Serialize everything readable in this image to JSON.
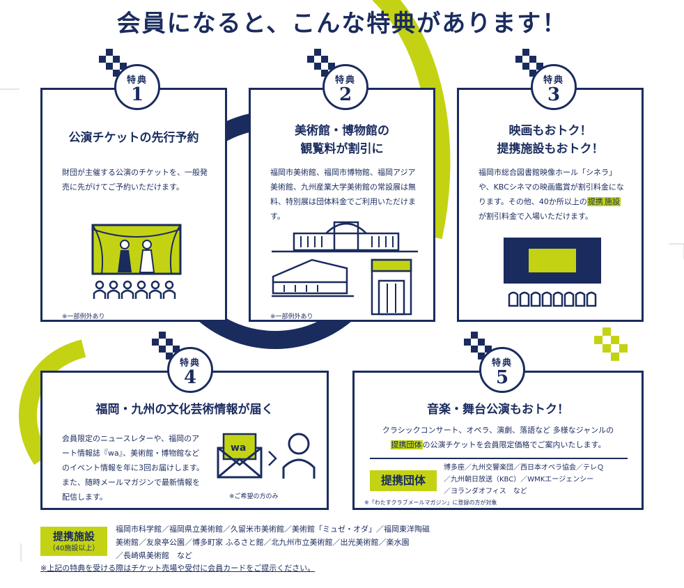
{
  "title": "会員になると、こんな特典があります！",
  "badge_label": "特典",
  "benefits": [
    {
      "num": "1",
      "title": "公演チケットの先行予約",
      "body": "財団が主催する公演のチケットを、一般発売に先がけてご予約いただけます。",
      "note": "※一部例外あり"
    },
    {
      "num": "2",
      "title_line1": "美術館・博物館の",
      "title_line2": "観覧料が割引に",
      "body": "福岡市美術館、福岡市博物館、福岡アジア美術館、九州産業大学美術館の常設展は無料、特別展は団体料金でご利用いただけます。",
      "note": "※一部例外あり"
    },
    {
      "num": "3",
      "title_line1": "映画もおトク！",
      "title_line2": "提携施設もおトク！",
      "body_part1": "福岡市総合図書館映像ホール「シネラ」や、KBCシネマの映画鑑賞が割引料金になります。その他、40か所以上の",
      "body_hl1": "提携",
      "body_hl2": "施設",
      "body_part2": "が割引料金で入場いただけます。"
    },
    {
      "num": "4",
      "title": "福岡・九州の文化芸術情報が届く",
      "body": "会員限定のニュースレターや、福岡のアート情報誌『wa』、美術館・博物館などのイベント情報を年に3回お届けします。また、随時メールマガジンで最新情報を配信します。",
      "note": "※ご希望の方のみ",
      "envelope_text": "wa"
    },
    {
      "num": "5",
      "title": "音楽・舞台公演もおトク！",
      "body_line1": "クラシックコンサート、オペラ、演劇、落語など 多様なジャンルの",
      "body_hl": "提携団体",
      "body_line2": "の公演チケットを会員限定価格でご案内いたします。",
      "partner_label": "提携団体",
      "partner_list_1": "博多座／九州交響楽団／西日本オペラ協会／テレＱ",
      "partner_list_2": "／九州朝日放送（KBC）／WMKエージェンシー",
      "partner_list_3": "／ヨランダオフィス　など",
      "note": "※「わたすクラブメールマガジン」に登録の方が対象"
    }
  ],
  "footer": {
    "label": "提携施設",
    "sublabel": "（40施設以上）",
    "list_1": "福岡市科学館／福岡県立美術館／久留米市美術館／美術館「ミュゼ・オダ」／福岡東洋陶磁",
    "list_2": "美術館／友泉亭公園／博多町家 ふるさと館／北九州市立美術館／出光美術館／楽水園",
    "list_3": "／長崎県美術館　など",
    "notice": "※上記の特典を受ける際はチケット売場や受付に会員カードをご提示ください。"
  },
  "colors": {
    "navy": "#1a2b5e",
    "lime": "#c3d314"
  }
}
